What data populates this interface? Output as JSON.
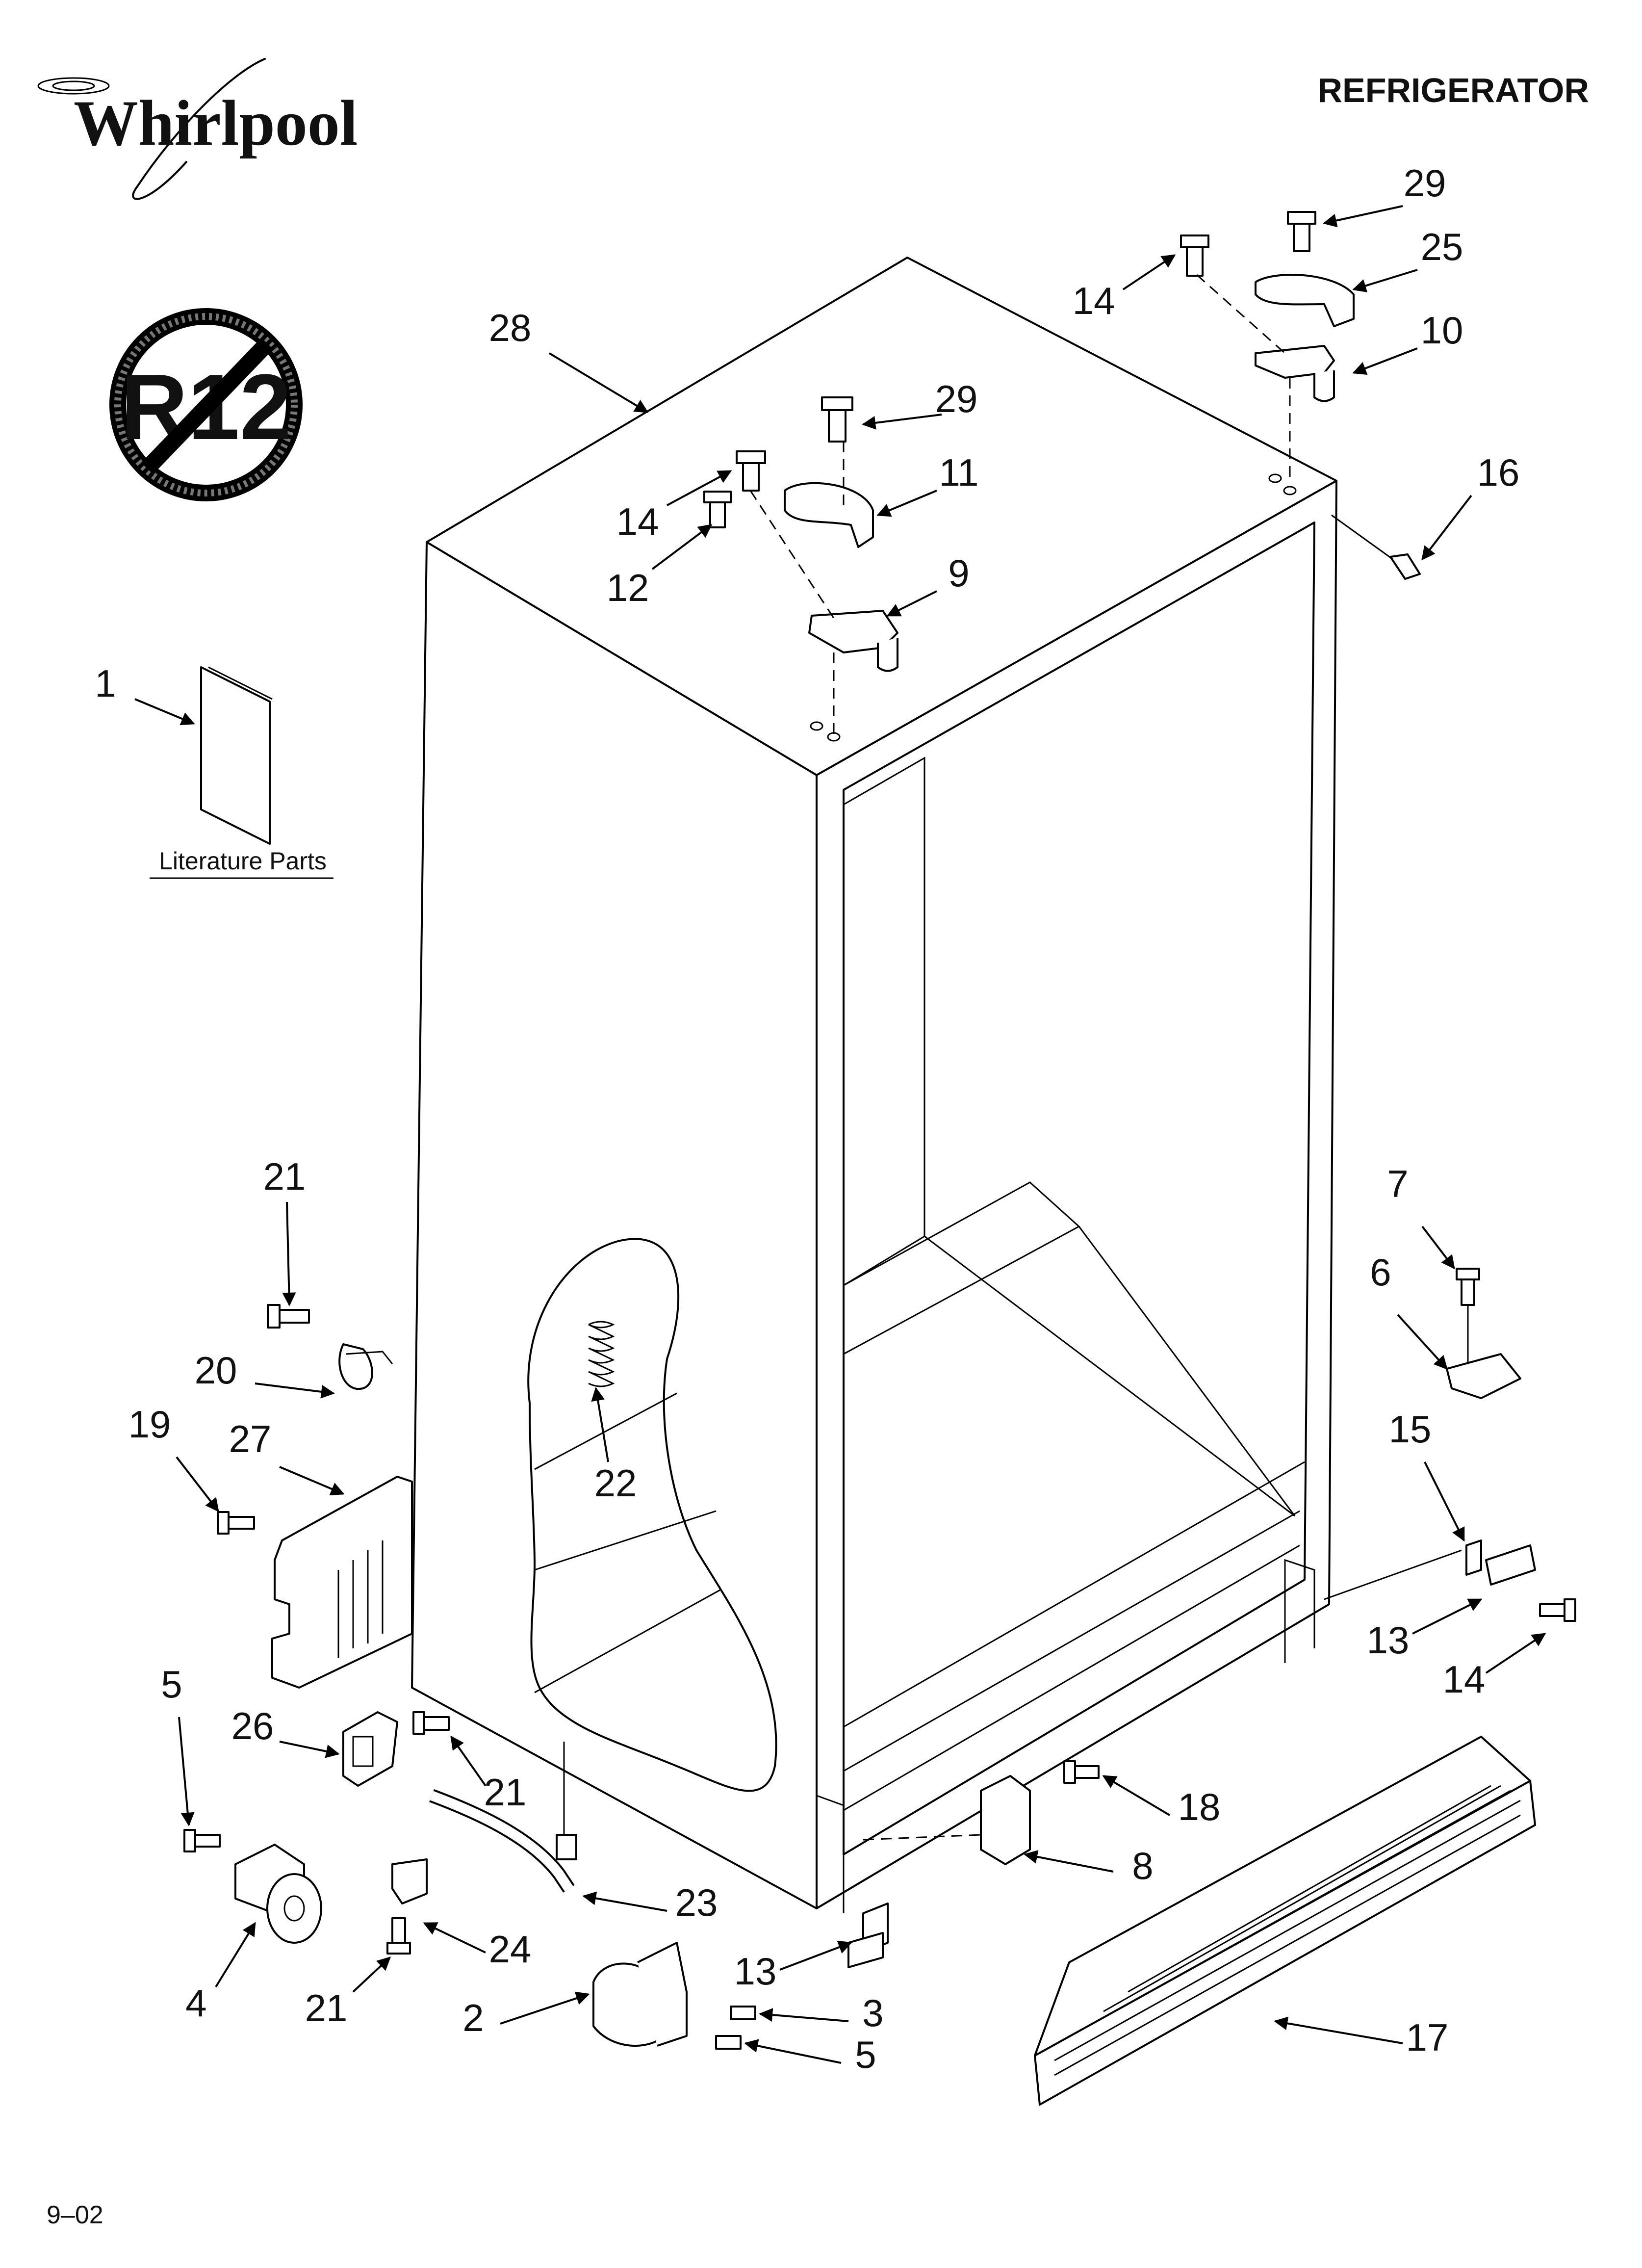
{
  "header": {
    "brand": "Whirlpool",
    "title": "REFRIGERATOR"
  },
  "badge": {
    "text": "R12",
    "icon": "no-r12-prohibition-icon"
  },
  "literature": {
    "label": "Literature Parts"
  },
  "footer": {
    "date_code": "9–02"
  },
  "callouts": [
    "28",
    "29",
    "14",
    "25",
    "10",
    "29",
    "11",
    "14",
    "12",
    "9",
    "16",
    "1",
    "21",
    "20",
    "19",
    "27",
    "22",
    "7",
    "6",
    "15",
    "13",
    "14",
    "5",
    "26",
    "21",
    "18",
    "8",
    "23",
    "24",
    "4",
    "21",
    "2",
    "3",
    "5",
    "13",
    "17"
  ]
}
